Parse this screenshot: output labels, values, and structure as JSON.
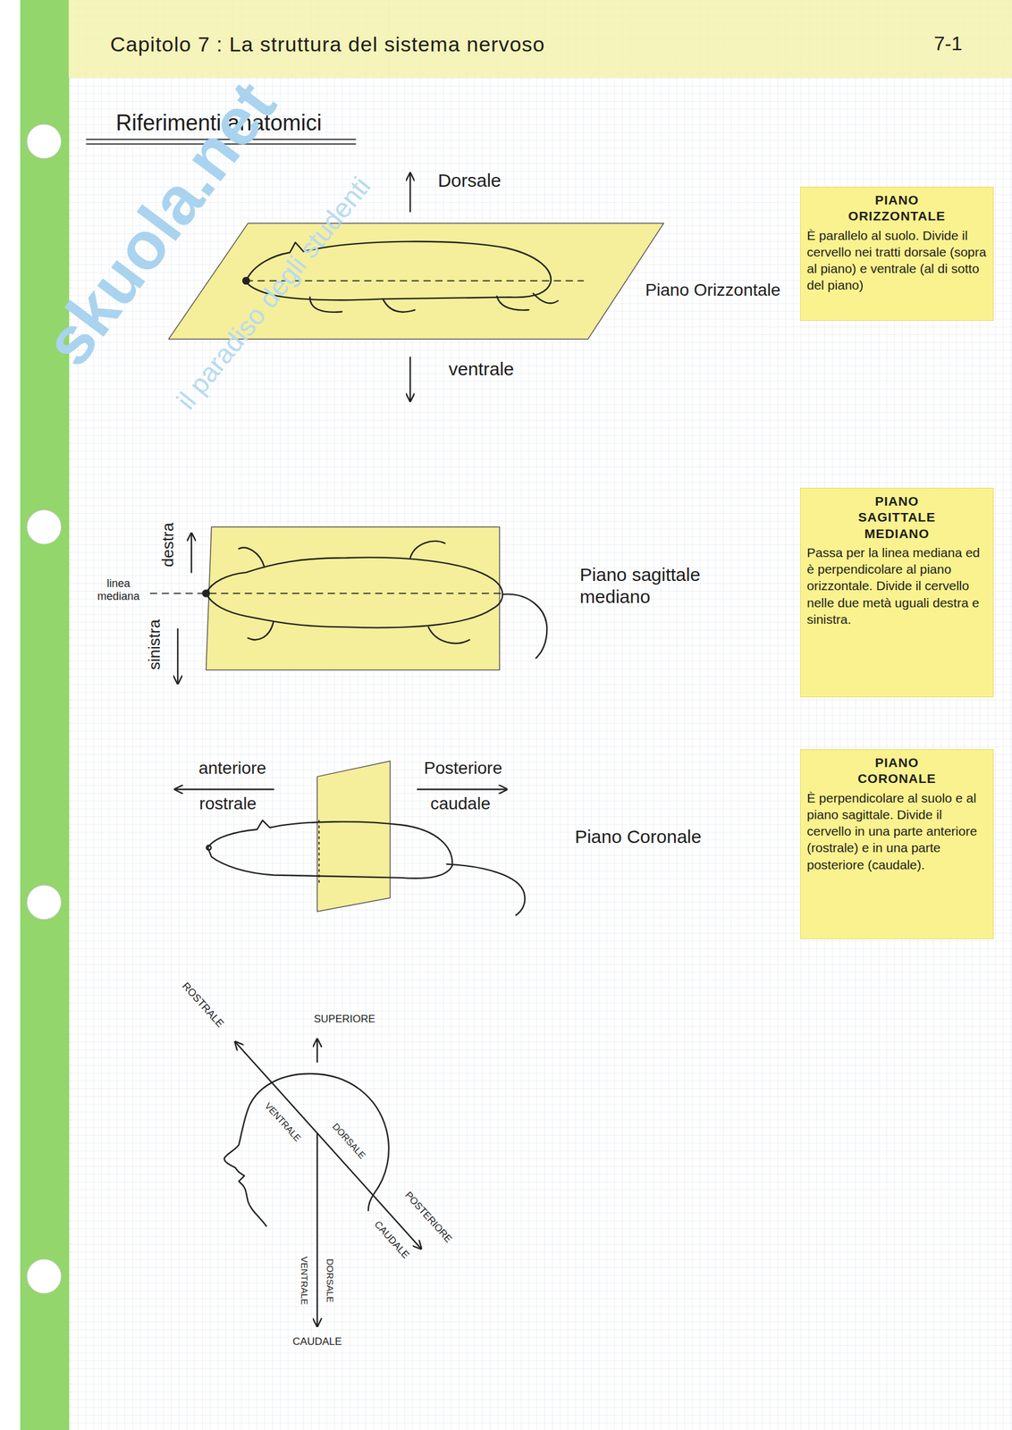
{
  "diagram": {
    "title": "Capitolo 7 : La struttura del sistema nervoso",
    "nodes": [
      {
        "text": [
          "PIANO ORIZZONTALE",
          "È parallelo al suolo. Divide il cervello nei tratti dorsale (sopra al piano) e ventrale (al di sotto del piano)"
        ]
      },
      {
        "text": [
          "PIANO SAGITTALE MEDIANO",
          "Passa per la linea mediana ed è perpendicolare al piano orizzontale. Divide il cervello nelle due metà uguali destra e sinistra."
        ]
      },
      {
        "text": [
          "PIANO CORONALE",
          "È perpendicolare al suolo e al piano sagittale. Divide il cervello in una parte anteriore (rostrale) e in una parte posteriore (caudale)."
        ]
      }
    ],
    "labels": [
      "7-1",
      "Riferimenti anatomici",
      "Dorsale",
      "Piano Orizzontale",
      "ventrale",
      "destra",
      "linea mediana",
      "sinistra",
      "Piano sagittale mediano",
      "anteriore",
      "rostrale",
      "Posteriore",
      "caudale",
      "Piano Coronale",
      "ROSTRALE",
      "SUPERIORE",
      "VENTRALE",
      "DORSALE",
      "POSTERIORE",
      "CAUDALE",
      "VENTRALE",
      "DORSALE",
      "CAUDALE",
      "skuola.net",
      "il paradiso degli studenti"
    ]
  }
}
